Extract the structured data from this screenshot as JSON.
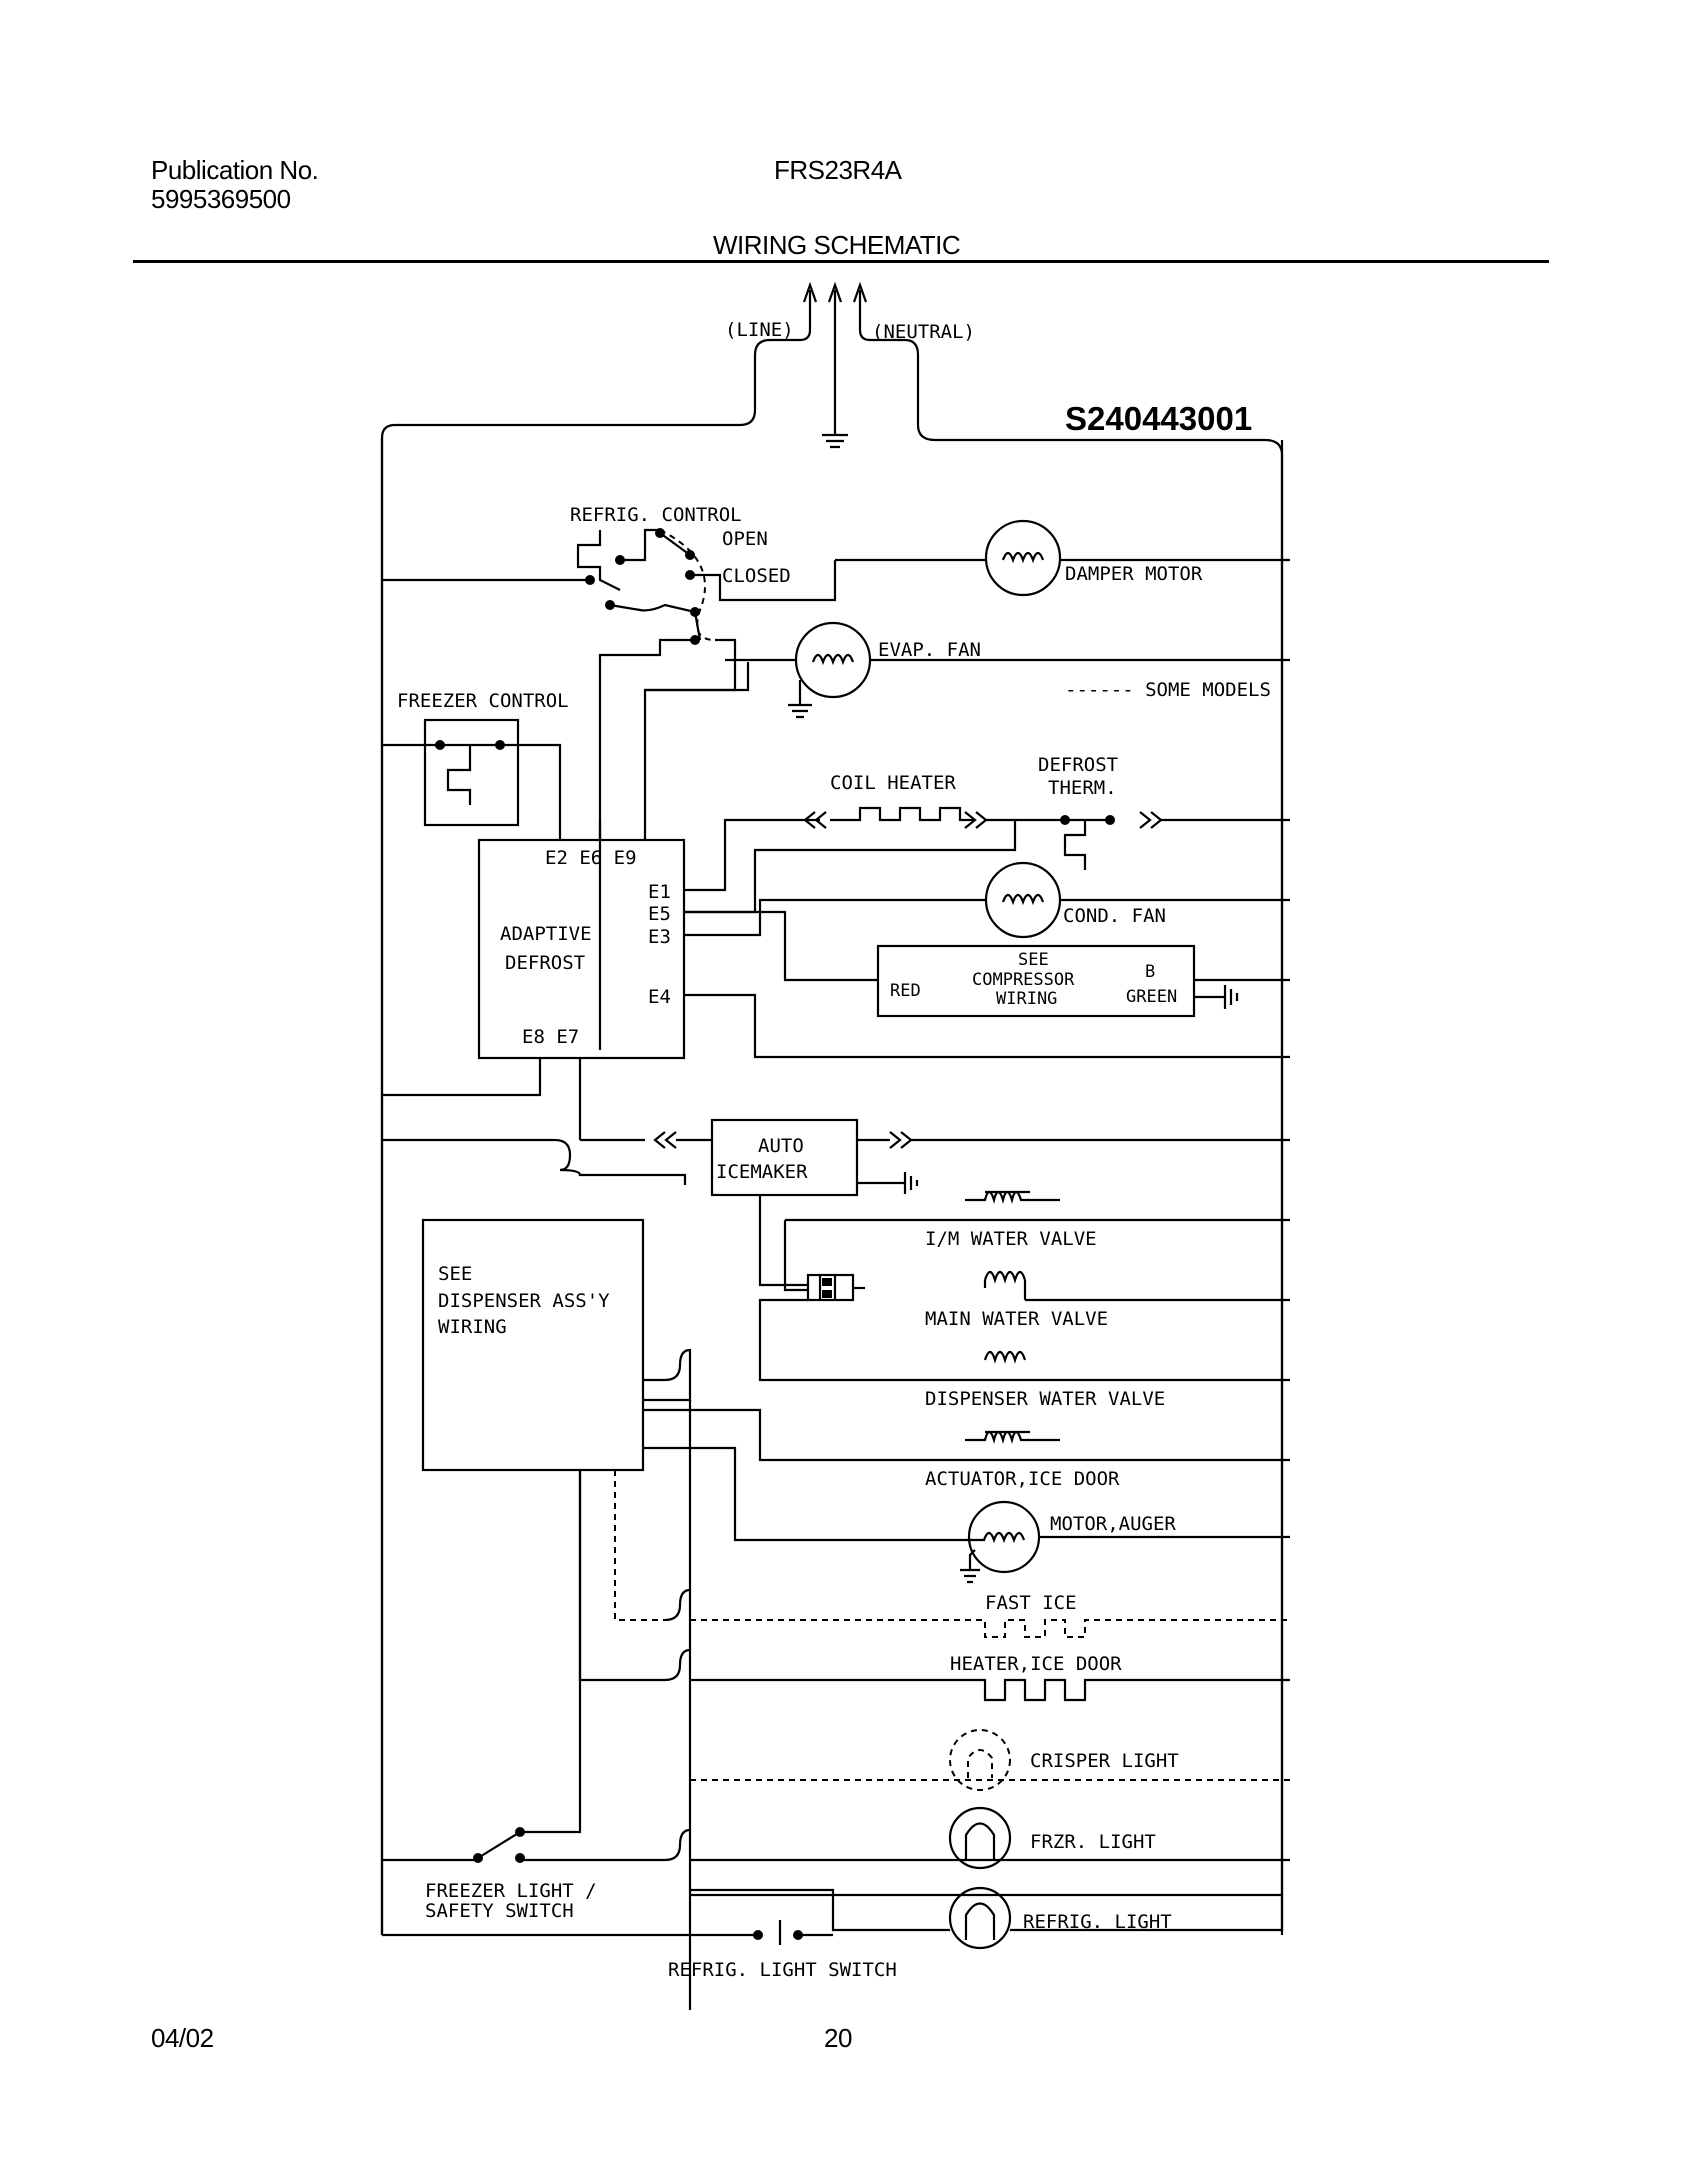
{
  "header": {
    "publication_label": "Publication No.",
    "publication_number": "5995369500",
    "model": "FRS23R4A",
    "section_title": "WIRING SCHEMATIC"
  },
  "footer": {
    "date": "04/02",
    "page": "20"
  },
  "diagram": {
    "id": "S240443001",
    "line": "(LINE)",
    "neutral": "(NEUTRAL)",
    "refrig_control": "REFRIG. CONTROL",
    "open": "OPEN",
    "closed": "CLOSED",
    "damper_motor": "DAMPER MOTOR",
    "evap_fan": "EVAP. FAN",
    "some_models": "------ SOME MODELS",
    "freezer_control": "FREEZER CONTROL",
    "coil_heater": "COIL HEATER",
    "defrost_therm_1": "DEFROST",
    "defrost_therm_2": "THERM.",
    "adaptive_1": "ADAPTIVE",
    "adaptive_2": "DEFROST",
    "terminals_top": "E2  E6  E9",
    "e1": "E1",
    "e5": "E5",
    "e3": "E3",
    "e4": "E4",
    "terminals_bottom": "E8  E7",
    "cond_fan": "COND. FAN",
    "see_comp_1": "SEE",
    "see_comp_2": "COMPRESSOR",
    "see_comp_3": "WIRING",
    "red": "RED",
    "b": "B",
    "green": "GREEN",
    "auto_1": "AUTO",
    "auto_2": "ICEMAKER",
    "im_water_valve": "I/M WATER VALVE",
    "dispenser_1": "SEE",
    "dispenser_2": "DISPENSER ASS'Y",
    "dispenser_3": "WIRING",
    "main_water_valve": "MAIN WATER VALVE",
    "dispenser_water_valve": "DISPENSER WATER VALVE",
    "actuator_ice_door": "ACTUATOR,ICE DOOR",
    "motor_auger": "MOTOR,AUGER",
    "fast_ice": "FAST ICE",
    "heater_ice_door": "HEATER,ICE DOOR",
    "crisper_light": "CRISPER LIGHT",
    "frzr_light": "FRZR. LIGHT",
    "freezer_switch_1": "FREEZER LIGHT /",
    "freezer_switch_2": "SAFETY SWITCH",
    "refrig_light": "REFRIG. LIGHT",
    "refrig_light_switch": "REFRIG. LIGHT SWITCH"
  }
}
